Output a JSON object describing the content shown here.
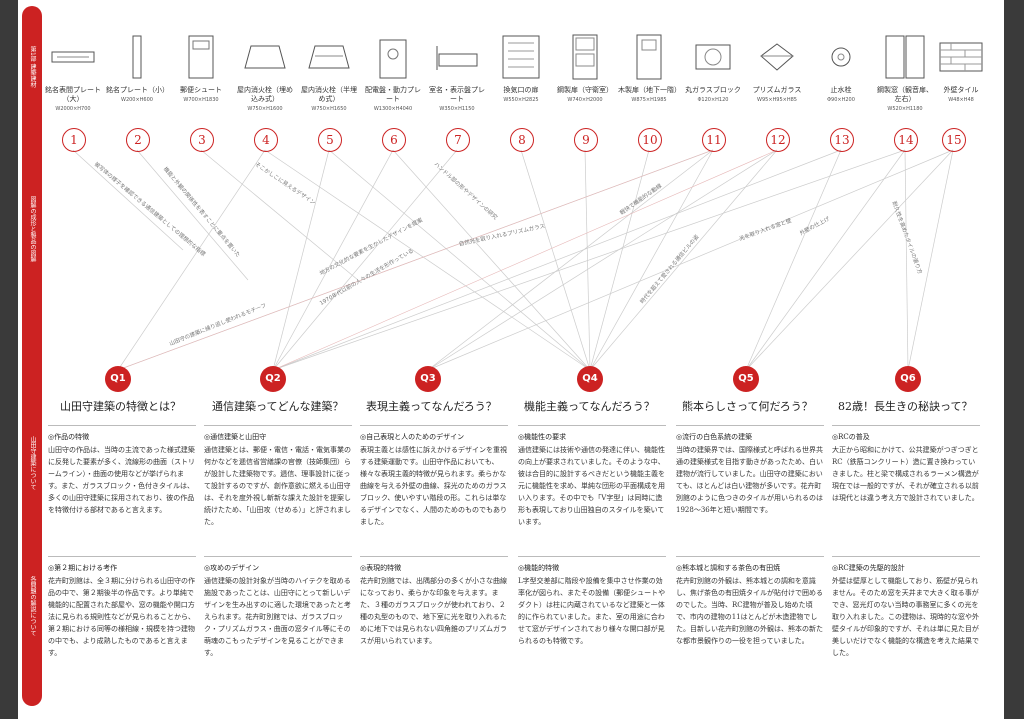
{
  "spine": [
    "第1部 建築建材",
    "図解の成形と製品の図解",
    "山田守建築について",
    "各問題の解説について"
  ],
  "items": [
    {
      "name": "銘名表間プレート（大）",
      "size": "W2000×H700",
      "num": "1"
    },
    {
      "name": "銘名プレート（小）",
      "size": "W200×H600",
      "num": "2"
    },
    {
      "name": "郵便シュート",
      "size": "W700×H1830",
      "num": "3"
    },
    {
      "name": "屋内消火栓（埋め込み式）",
      "size": "W750×H1600",
      "num": "4"
    },
    {
      "name": "屋内消火栓（半埋め式）",
      "size": "W750×H1650",
      "num": "5"
    },
    {
      "name": "配電盤・動力プレート",
      "size": "W1300×H4040",
      "num": "6"
    },
    {
      "name": "室名・表示盤プレート",
      "size": "W350×H1150",
      "num": "7"
    },
    {
      "name": "換気口の扉",
      "size": "W550×H2825",
      "num": "8"
    },
    {
      "name": "鋼製扉（守衛室）",
      "size": "W740×H2000",
      "num": "9"
    },
    {
      "name": "木製扉（地下一階）",
      "size": "W875×H1985",
      "num": "10"
    },
    {
      "name": "丸ガラスブロック",
      "size": "Φ120×H120",
      "num": "11"
    },
    {
      "name": "プリズムガラス",
      "size": "W95×H95×H85",
      "num": "12"
    },
    {
      "name": "止水栓",
      "size": "Φ90×H200",
      "num": "13"
    },
    {
      "name": "鋼製窓（観音扉、左右）",
      "size": "W520×H1180",
      "num": "14"
    },
    {
      "name": "外壁タイル",
      "size": "W48×H48",
      "num": "15"
    }
  ],
  "notes": [
    "被写体の様子を確認できる通信建築としての理想的な指標",
    "機能と外観の関係性を表すことに重点を置いた",
    "そこかしこに見えるデザイン",
    "地方の文化的な要素を生かしたデザインを提案",
    "山田守の建築に繰り返し使われるモチーフ",
    "1970年代以前の人々の生活を形作っている",
    "ハンドル部の形やデザインの研究",
    "自然光を取り入れるプリズムガラス",
    "軽快で機能的な動線",
    "時代を超えて愛される通信ビルの姿",
    "光を取り入れる窓と壁",
    "外壁の仕上げ",
    "耐久性を高めたタイルの張り方"
  ],
  "questions": [
    {
      "id": "Q1",
      "title": "山田守建築の特徴とは？",
      "s1h": "◎作品の特徴",
      "s1b": "山田守の作品は、当時の主流であった様式建築に反発した要素が多く、流線形の曲面（ストリームライン）・曲面の使用などが挙げられます。また、ガラスブロック・色付きタイルは、多くの山田守建築に採用されており、彼の作品を特徴付ける部材であると言えます。",
      "s2h": "◎第２期における考作",
      "s2b": "花卉町別館は、全３期に分けられる山田守の作品の中で、第２期後半の作品です。より単純で機能的に配置された部屋や、窓の機能や開口方法に見られる規則性などが見られることから、第２期における同等の様相線・規模を持つ建物の中でも、より成熟したものであると言えます。"
    },
    {
      "id": "Q2",
      "title": "通信建築ってどんな建築？",
      "s1h": "◎通信建築と山田守",
      "s1b": "通信建築とは、郵便・電信・電話・電気事業の何かなどを逓信省営繕課の官僚（技師集団）らが設計した建築物です。逓信、理事設計に従って設計するのですが、創作意欲に燃える山田守は、それを度外視し斬新な課えた設計を提案し続けたため、「山田攻（せめる）」と評されました。",
      "s2h": "◎攻めのデザイン",
      "s2b": "通信建築の設計対象が当時のハイテクを取める施設であったことは、山田守にとって新しいデザインを生み出すのに適した環境であったと考えられます。花卉町別館では、ガラスブロック・プリズムガラス・曲面の窓タイル等にその萌魂のこもったデザインを見ることができます。"
    },
    {
      "id": "Q3",
      "title": "表現主義ってなんだろう？",
      "s1h": "◎自己表現と人のためのデザイン",
      "s1b": "表現主義とは感性に訴えかけるデザインを重視する建築運動です。山田守作品においても、様々な表現主義的特徴が見られます。柔らかな曲線を与える外壁の曲線、採光のためのガラスブロック、使いやすい階段の形。これらは単なるデザインでなく、人間のためのものでもありました。",
      "s2h": "◎表現的特徴",
      "s2b": "花卉町別館では、出隅部分の多くが小さな曲線になっており、柔らかな印象を与えます。また、３種のガラスブロックが使われており、２種の丸型のもので、地下室に光を取り入れるために地下では見られない四角錐のプリズムガラスが用いられています。"
    },
    {
      "id": "Q4",
      "title": "機能主義ってなんだろう？",
      "s1h": "◎機能性の要求",
      "s1b": "通信建築には技術や通信の発達に伴い、機能性の向上が要求されていました。そのような中、彼は合目的に設計するべきだという機能主義を元に機能性を求め、単純な団形の平面構成を用い入ります。その中でも「V字型」は同時に造形も表現しており山田独自のスタイルを築いています。",
      "s2h": "◎機能的特徴",
      "s2b": "L字型交差部に階段や設備を集中させ作業の効率化が図られ、またその設備（郵便シュートやダクト）は柱に内蔵されているなど建築と一体的に作られていました。また、室の用途に合わせて窓がデザインされており様々な開口部が見られるのも特徴です。"
    },
    {
      "id": "Q5",
      "title": "熊本らしさって何だろう？",
      "s1h": "◎流行の白色系統の建築",
      "s1b": "当時の建築界では、国際様式と呼ばれる世界共通の建築様式を目指す動きがあったため、白い建物が流行していました。山田守の建築においても、ほとんどは白い建物が多いです。花卉町別館のように色つきのタイルが用いられるのは1928〜36年と短い期間です。",
      "s2h": "◎熊本城と調和する茶色の有田焼",
      "s2b": "花卉町別館の外観は、熊本城との調和を意識し、焦げ茶色の有田焼タイルが貼付けで囲めるのでした。当時、RC建物が普及し始めた頃で、市内の建物の11はとんどが木造建物でした。目新しい花卉町別館の外観は、熊本の新たな都市景観作りの一役を担っていました。"
    },
    {
      "id": "Q6",
      "title": "82歳！長生きの秘訣って？",
      "s1h": "◎RCの普及",
      "s1b": "大正から昭和にかけて、公共建築がつぎつぎとRC（鉄筋コンクリート）造に置き換わっていきました。柱と梁で構成されるラーメン構造が現在では一般的ですが、それが確立される以前は現代とは違う考え方で設計されていました。",
      "s2h": "◎RC建築の先駆的設計",
      "s2b": "外壁は壁厚として機能しており、筋壁が見られません。そのため窓を天井まで大きく取る事ができ、窓光灯のない当時の事務室に多くの光を取り入れました。この建物は、現時的な窓や外壁タイルが印象的ですが、それは単に見た目が美しいだけでなく機能的な構造を考えた結果でした。"
    }
  ]
}
